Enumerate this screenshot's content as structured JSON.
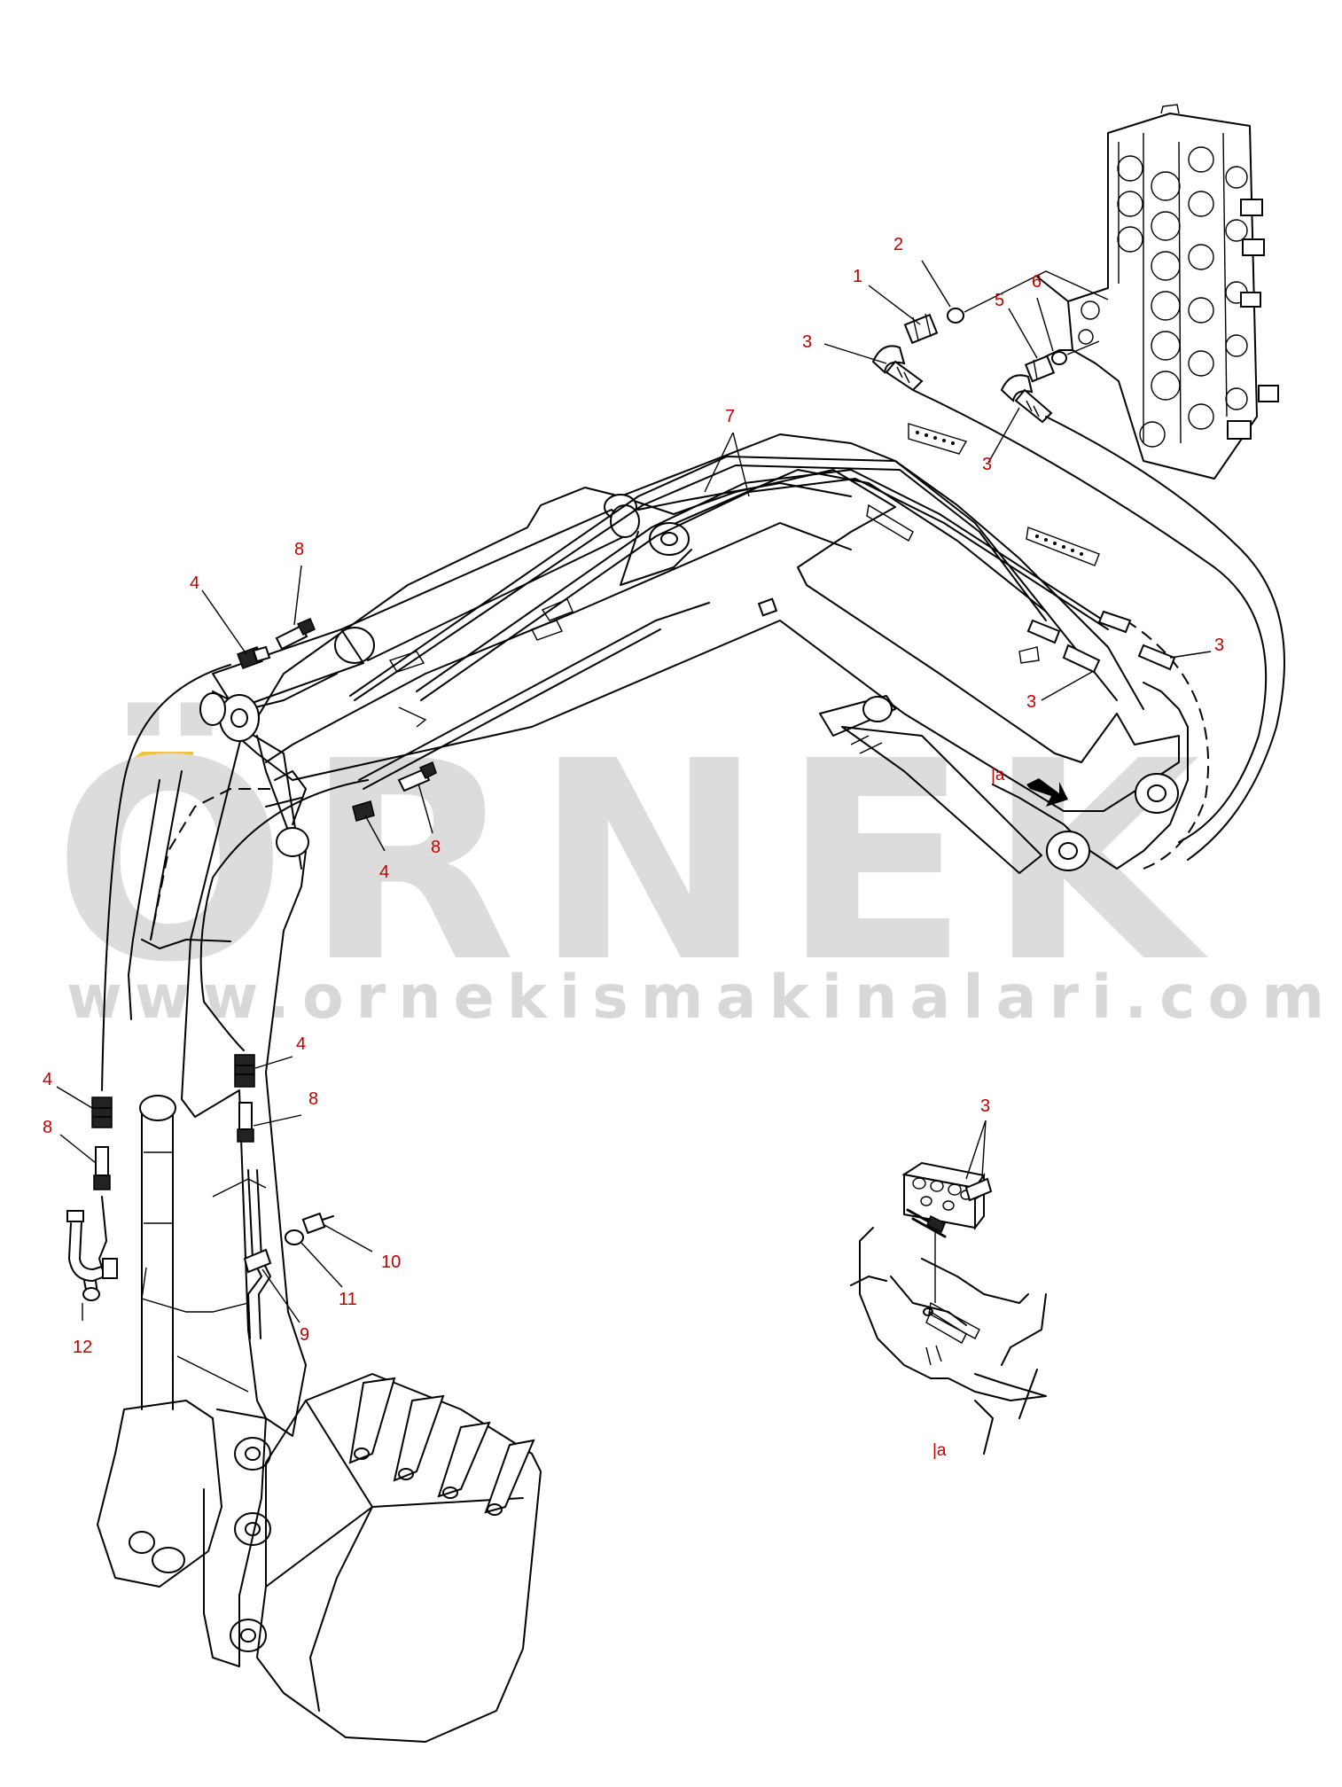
{
  "watermark": {
    "brand": "ÖRNEK",
    "url": "www.ornekismakinalari.com.tr",
    "accent_color": "#f2c33c",
    "text_color": "#d9d9d9"
  },
  "callout_color": "#c00000",
  "callouts": {
    "c1": "1",
    "c2": "2",
    "c3a": "3",
    "c3b": "3",
    "c3c": "3",
    "c3d": "3",
    "c3e": "3",
    "c4a": "4",
    "c4b": "4",
    "c4c": "4",
    "c4d": "4",
    "c5": "5",
    "c6": "6",
    "c7": "7",
    "c8a": "8",
    "c8b": "8",
    "c8c": "8",
    "c8d": "8",
    "c9": "9",
    "c10": "10",
    "c11": "11",
    "c12": "12"
  },
  "view_markers": {
    "main": "|a",
    "detail": "|a"
  }
}
